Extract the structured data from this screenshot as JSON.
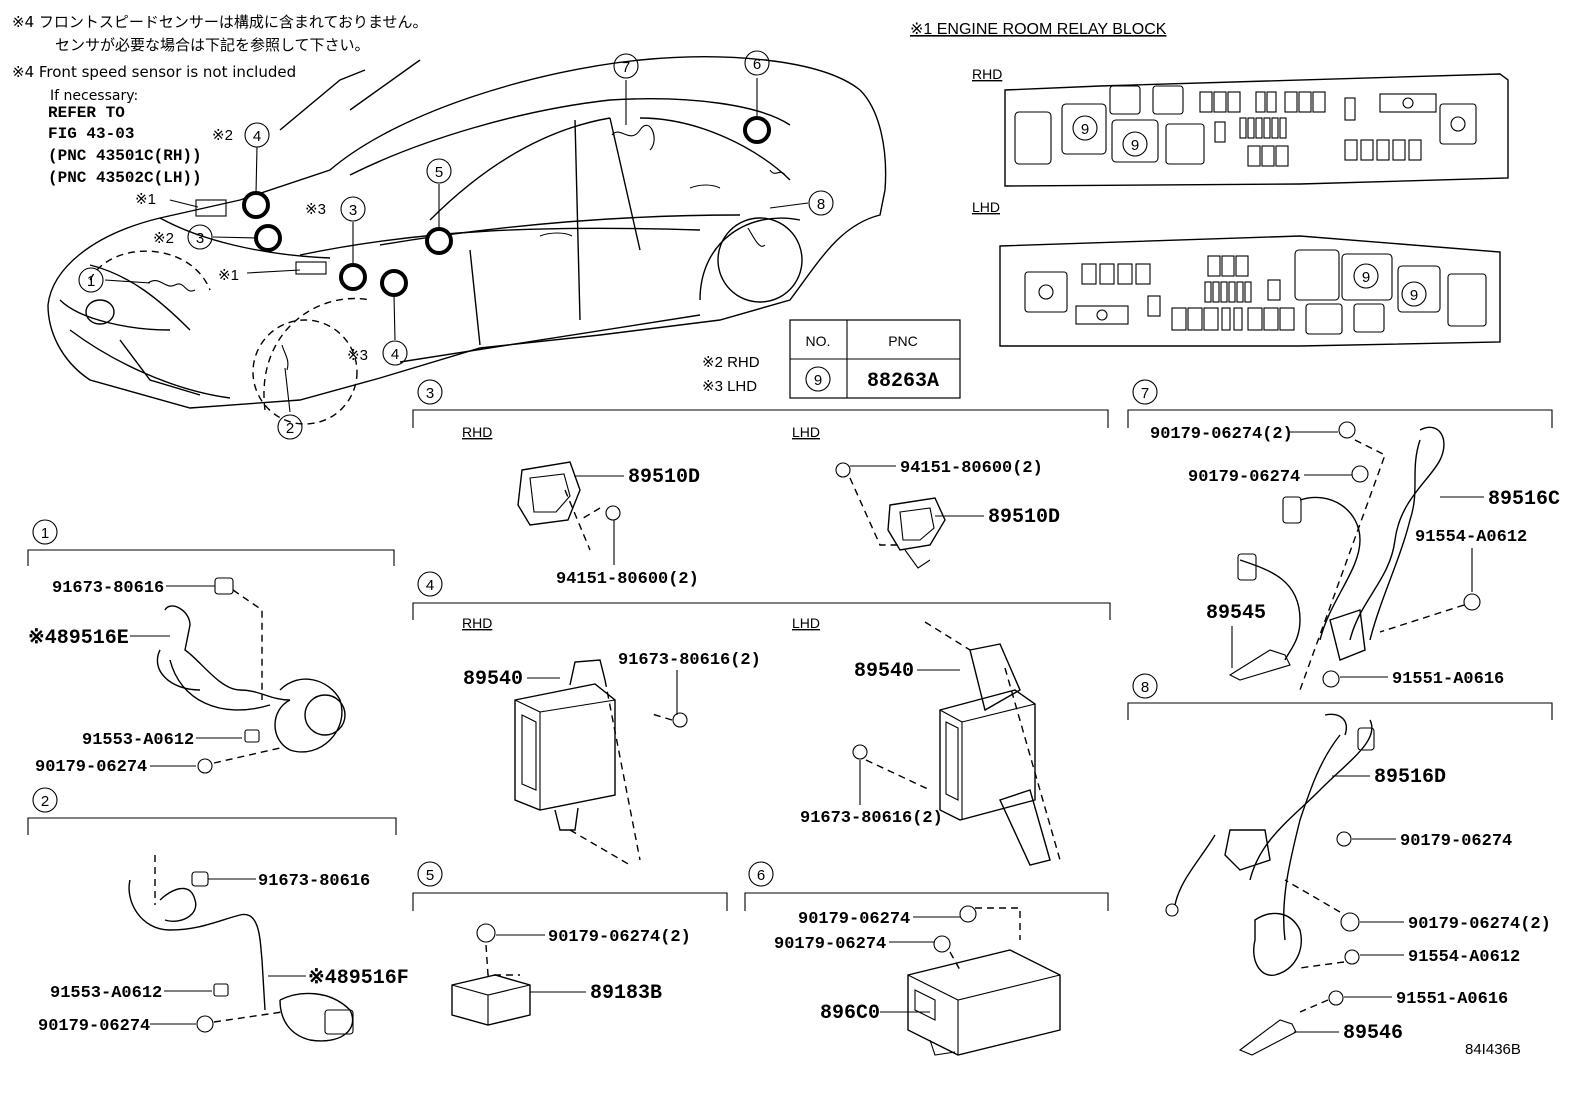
{
  "notes": {
    "jp_line1": "※4 フロントスピードセンサーは構成に含まれておりません。",
    "jp_line2": "センサが必要な場合は下記を参照して下さい。",
    "en_line1": "※4 Front speed sensor is not included",
    "en_line2": "If necessary:",
    "refer_to": "REFER TO",
    "fig": "FIG 43-03",
    "pnc_rh": "(PNC 43501C(RH))",
    "pnc_lh": "(PNC 43502C(LH))"
  },
  "relay_block": {
    "title": "※1 ENGINE ROOM RELAY BLOCK",
    "rhd_label": "RHD",
    "lhd_label": "LHD",
    "callout": "9"
  },
  "pnc_table": {
    "col_no": "NO.",
    "col_pnc": "PNC",
    "row_no": "9",
    "row_pnc": "88263A",
    "note_rhd": "※2 RHD",
    "note_lhd": "※3 LHD"
  },
  "car": {
    "mark1": "※1",
    "mark2": "※2",
    "mark3": "※3",
    "c1": "1",
    "c2": "2",
    "c3": "3",
    "c4": "4",
    "c5": "5",
    "c6": "6",
    "c7": "7",
    "c8": "8"
  },
  "sections": {
    "s1": {
      "num": "1",
      "p1": "91673-80616",
      "p2": "※489516E",
      "p3": "91553-A0612",
      "p4": "90179-06274"
    },
    "s2": {
      "num": "2",
      "p1": "91673-80616",
      "p2": "※489516F",
      "p3": "91553-A0612",
      "p4": "90179-06274"
    },
    "s3": {
      "num": "3",
      "rhd": "RHD",
      "lhd": "LHD",
      "rhd_main": "89510D",
      "rhd_bolt": "94151-80600(2)",
      "lhd_bolt": "94151-80600(2)",
      "lhd_main": "89510D"
    },
    "s4": {
      "num": "4",
      "rhd": "RHD",
      "lhd": "LHD",
      "rhd_main": "89540",
      "rhd_bolt": "91673-80616(2)",
      "lhd_main": "89540",
      "lhd_bolt": "91673-80616(2)"
    },
    "s5": {
      "num": "5",
      "p1": "90179-06274(2)",
      "p2": "89183B"
    },
    "s6": {
      "num": "6",
      "p1": "90179-06274",
      "p2": "90179-06274",
      "p3": "896C0"
    },
    "s7": {
      "num": "7",
      "p1": "90179-06274(2)",
      "p2": "90179-06274",
      "p3": "89516C",
      "p4": "91554-A0612",
      "p5": "89545",
      "p6": "91551-A0616"
    },
    "s8": {
      "num": "8",
      "p1": "89516D",
      "p2": "90179-06274",
      "p3": "90179-06274(2)",
      "p4": "91554-A0612",
      "p5": "91551-A0616",
      "p6": "89546"
    }
  },
  "figure_code": "84I436B"
}
